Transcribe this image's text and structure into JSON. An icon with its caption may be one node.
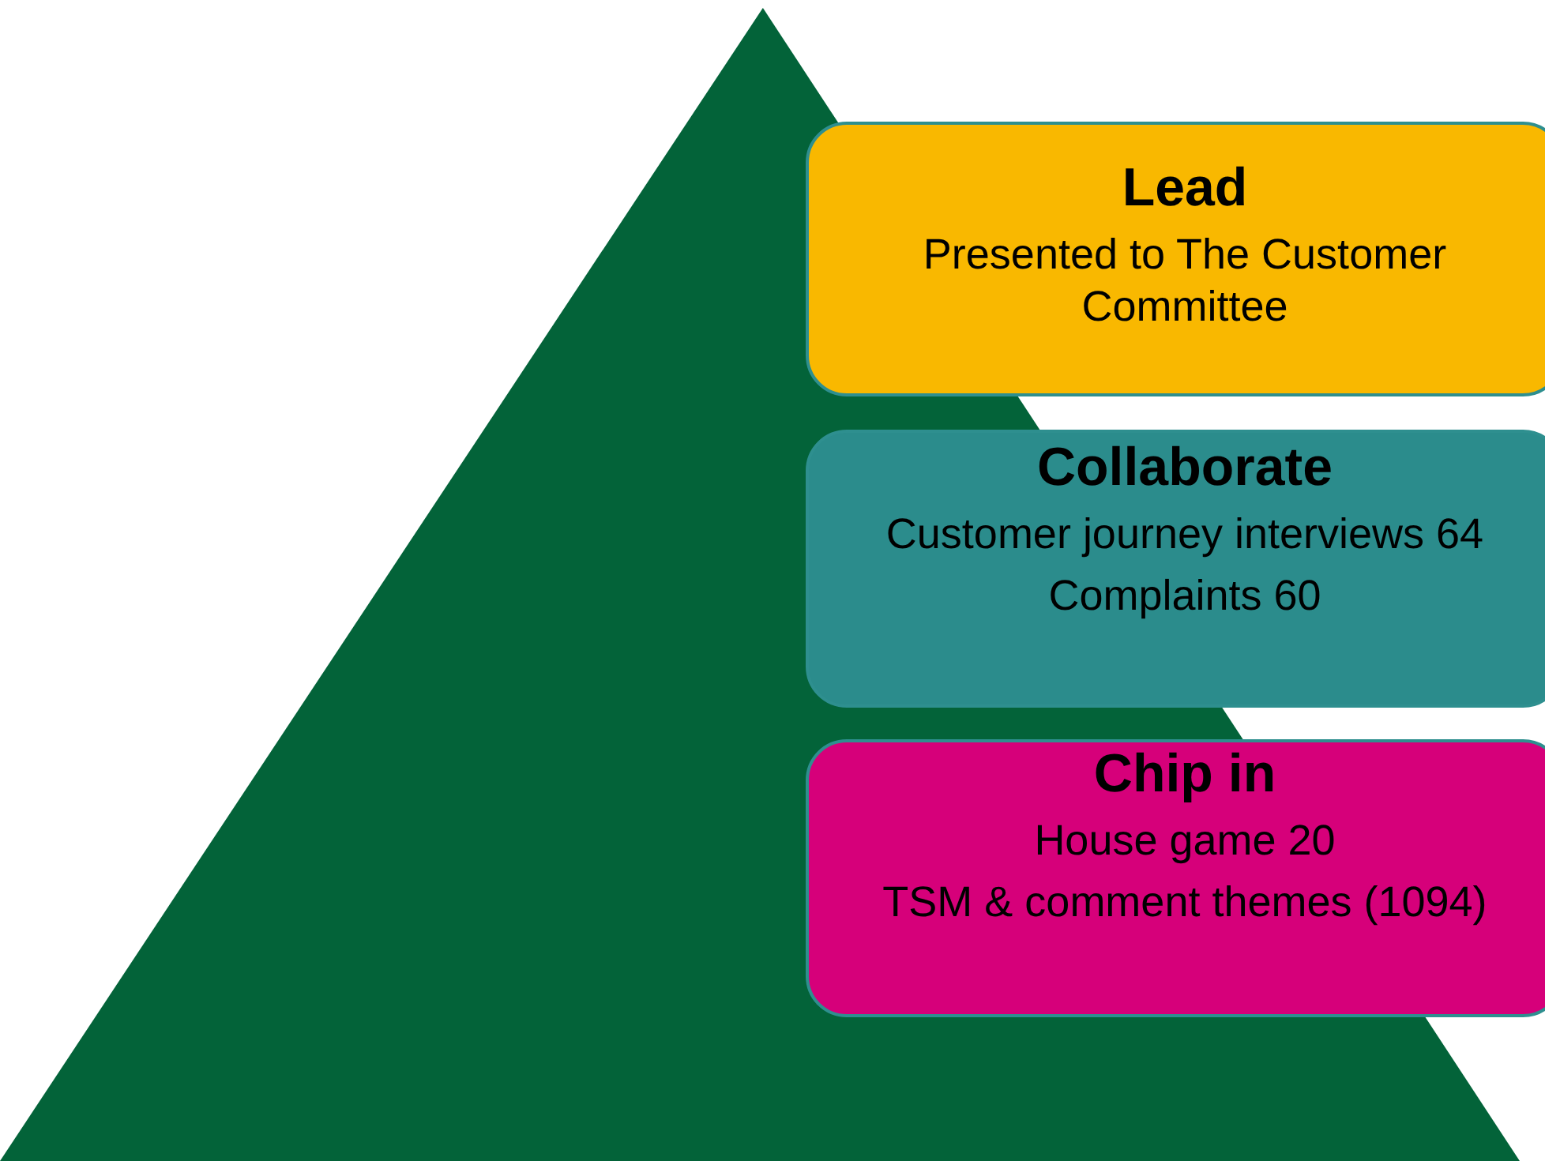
{
  "diagram": {
    "nodes": [
      {
        "text": [],
        "shape": "triangle"
      },
      {
        "text": [
          "Lead",
          "Presented to The Customer Committee"
        ]
      },
      {
        "text": [
          "Collaborate",
          "Customer journey interviews 64",
          "Complaints 60"
        ]
      },
      {
        "text": [
          "Chip in",
          "House game 20",
          "TSM & comment themes (1094)"
        ]
      }
    ]
  }
}
